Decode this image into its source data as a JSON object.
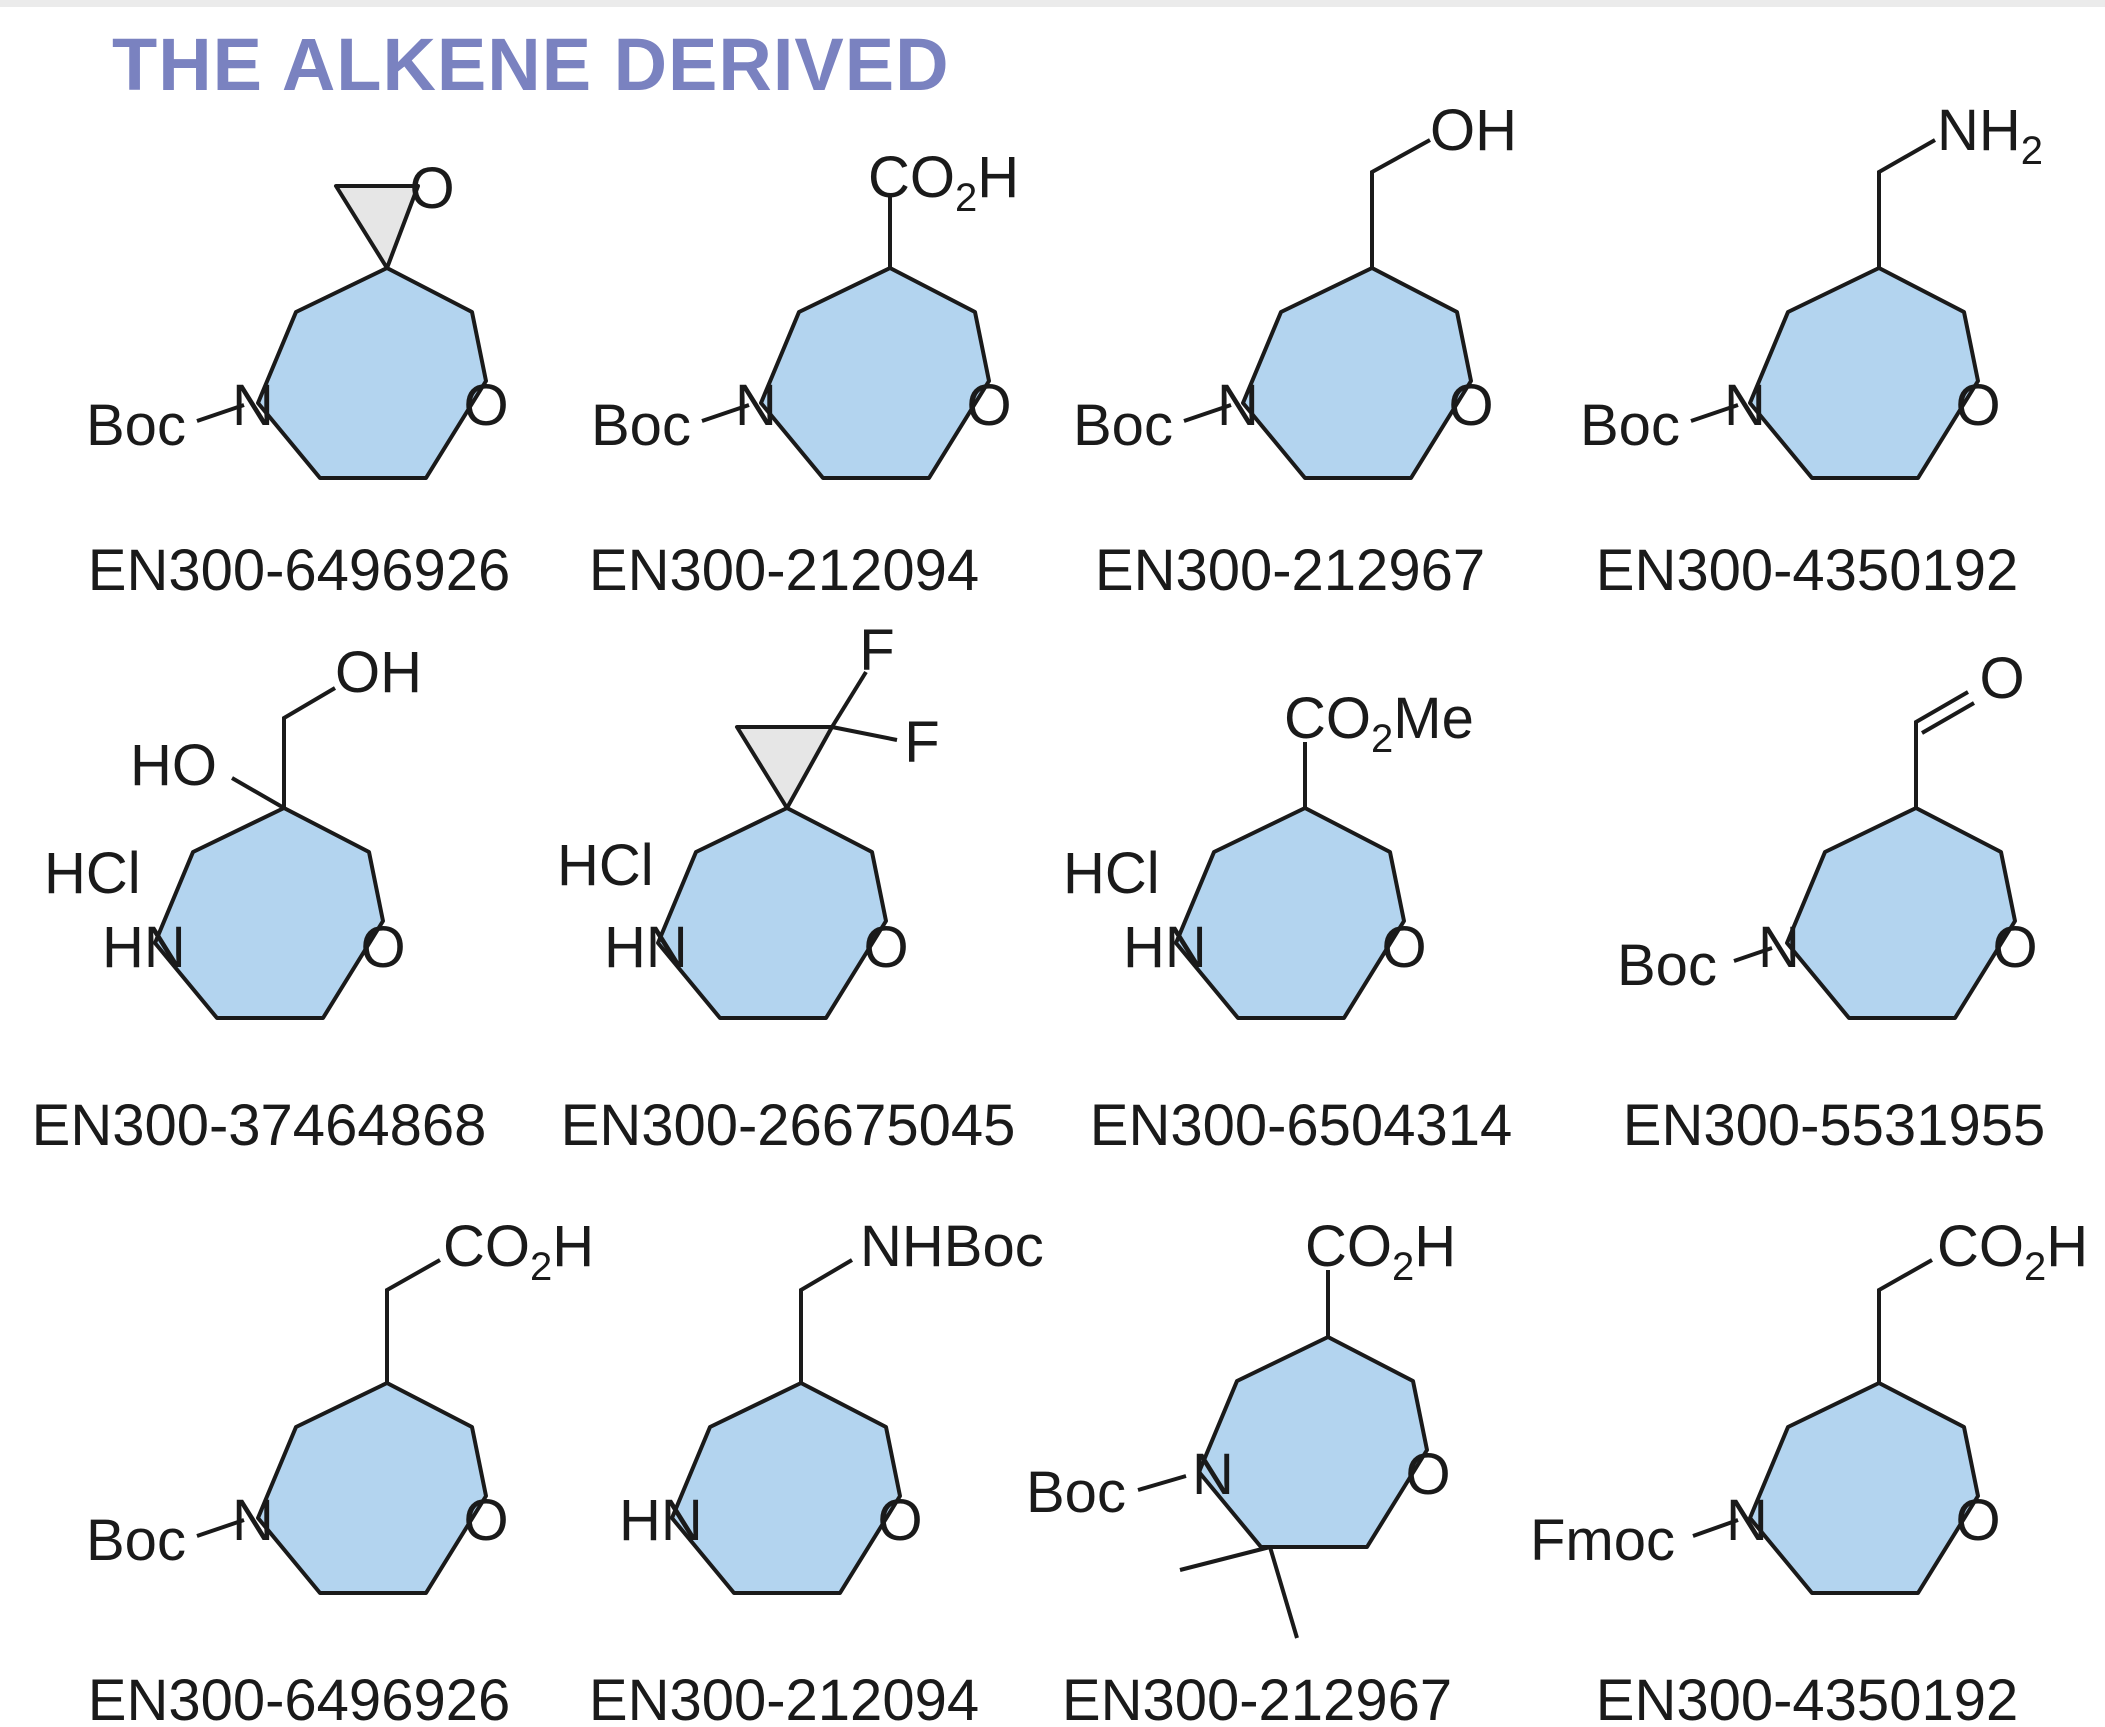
{
  "title": "THE ALKENE DERIVED",
  "colors": {
    "title": "#7a82c0",
    "ring_fill": "#b3d4ef",
    "cyclopropane_fill": "#e6e6e6",
    "bond": "#1a1a1a"
  },
  "labels": {
    "boc": "Boc",
    "fmoc": "Fmoc",
    "n": "N",
    "hn": "HN",
    "o": "O",
    "hcl": "HCl",
    "oh": "OH",
    "ho": "HO",
    "f": "F",
    "nh": "NH",
    "two": "2",
    "co": "CO",
    "h": "H",
    "me": "Me",
    "nhboc": "NHBoc"
  },
  "compounds": [
    {
      "code": "EN300-6496926"
    },
    {
      "code": "EN300-212094"
    },
    {
      "code": "EN300-212967"
    },
    {
      "code": "EN300-4350192"
    },
    {
      "code": "EN300-37464868"
    },
    {
      "code": "EN300-26675045"
    },
    {
      "code": "EN300-6504314"
    },
    {
      "code": "EN300-5531955"
    },
    {
      "code": "EN300-6496926"
    },
    {
      "code": "EN300-212094"
    },
    {
      "code": "EN300-212967"
    },
    {
      "code": "EN300-4350192"
    }
  ]
}
